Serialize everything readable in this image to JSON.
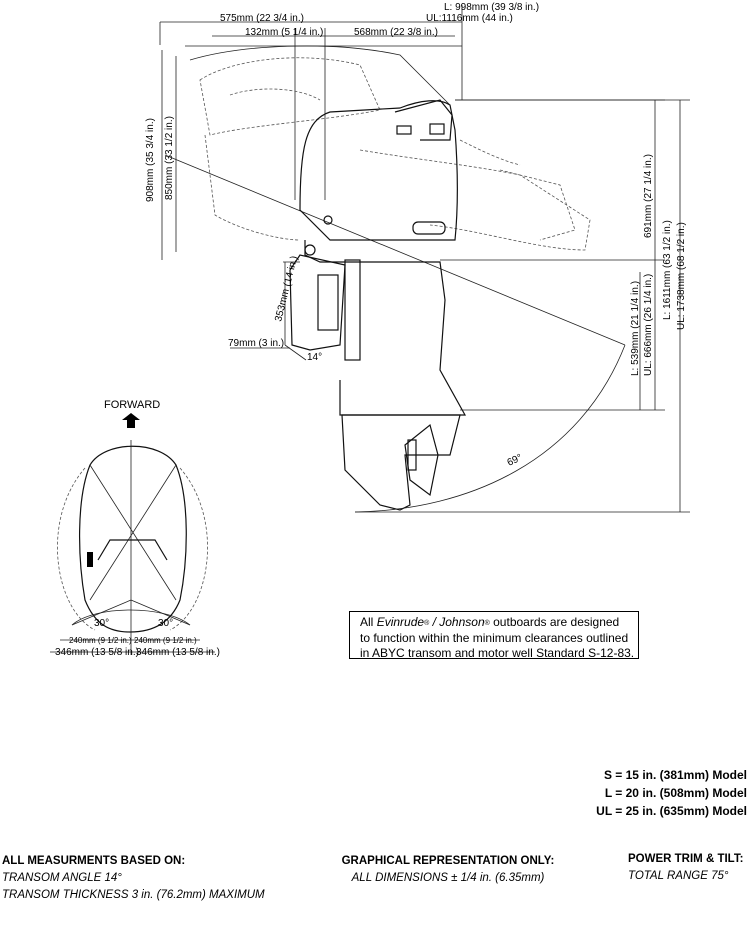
{
  "dimensions": {
    "overall_length_L": "L: 998mm (39 3/8 in.)",
    "overall_length_UL": "UL:1116mm (44 in.)",
    "front_overhang": "575mm (22 3/4 in.)",
    "pivot_offset": "132mm (5 1/4 in.)",
    "rear_length": "568mm (22 3/8 in.)",
    "tilt_height_1": "908mm (35 3/4 in.)",
    "tilt_height_2": "850mm (33 1/2 in.)",
    "cowl_height": "691mm (27 1/4 in.)",
    "bracket_height": "353mm (14 in.)",
    "transom_clearance": "79mm (3 in.)",
    "transom_angle": "14°",
    "shaft_L": "L: 539mm (21 1/4 in.)",
    "shaft_UL": "UL: 666mm (26 1/4 in.)",
    "total_L": "L: 1611mm (63 1/2 in.)",
    "total_UL": "UL: 1738mm (68 1/2 in.)",
    "trim_arc": "69°",
    "steer_angle_left": "30°",
    "steer_angle_right": "30°",
    "swing_left": "240mm (9 1/2 in.)",
    "swing_right": "240mm (9 1/2 in.)",
    "width_left": "346mm (13 5/8 in.)",
    "width_right": "346mm (13 5/8 in.)"
  },
  "forward_label": "FORWARD",
  "note": {
    "lead": "All",
    "brand1": "Evinrude",
    "reg": "®",
    "sep": " / ",
    "brand2": "Johnson",
    "rest1": " outboards are designed",
    "line2": "to function within the minimum clearances outlined",
    "line3": "in ABYC transom and motor well Standard S-12-83."
  },
  "models": [
    "S = 15 in. (381mm) Model",
    "L = 20 in. (508mm) Model",
    "UL = 25 in. (635mm) Model"
  ],
  "footer": {
    "left_title": "ALL MEASURMENTS BASED ON:",
    "left_line1": "TRANSOM ANGLE 14°",
    "left_line2": "TRANSOM THICKNESS 3 in. (76.2mm) MAXIMUM",
    "center_title": "GRAPHICAL REPRESENTATION ONLY:",
    "center_line1": "ALL DIMENSIONS ± 1/4 in. (6.35mm)",
    "right_title": "POWER TRIM & TILT:",
    "right_line1": "TOTAL RANGE 75°"
  }
}
